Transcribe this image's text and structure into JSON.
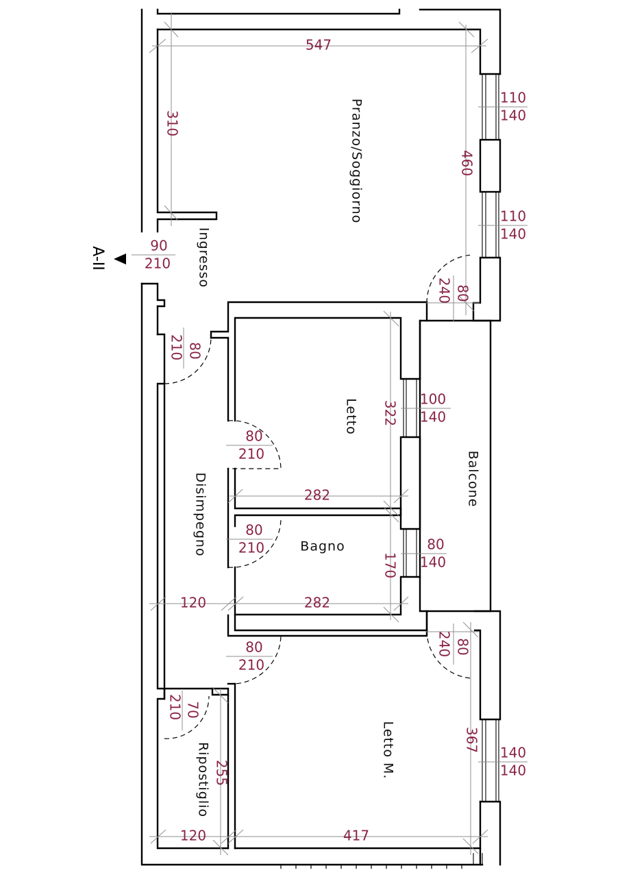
{
  "rooms": {
    "pranzo": "Pranzo/Soggiorno",
    "ingresso": "Ingresso",
    "letto": "Letto",
    "balcone": "Balcone",
    "disimpegno": "Disimpegno",
    "bagno": "Bagno",
    "letto_m": "Letto M.",
    "ripostiglio": "Ripostiglio"
  },
  "section_marker": "A-II",
  "dimensions": {
    "d547": "547",
    "d310": "310",
    "d460": "460",
    "d322": "322",
    "d282a": "282",
    "d170": "170",
    "d282b": "282",
    "d120a": "120",
    "d367": "367",
    "d255": "255",
    "d120b": "120",
    "d417": "417"
  },
  "openings": {
    "win1": [
      "110",
      "140"
    ],
    "win2": [
      "110",
      "140"
    ],
    "entrance": [
      "90",
      "210"
    ],
    "balcony_top": [
      "240",
      "80"
    ],
    "dis_door": [
      "210",
      "80"
    ],
    "letto_win": [
      "100",
      "140"
    ],
    "letto_door": [
      "80",
      "210"
    ],
    "bagno_door": [
      "80",
      "210"
    ],
    "bagno_win": [
      "80",
      "140"
    ],
    "lettom_door": [
      "80",
      "210"
    ],
    "balcony_bottom": [
      "240",
      "80"
    ],
    "rip_door": [
      "210",
      "70"
    ],
    "lettom_win": [
      "140",
      "140"
    ]
  }
}
